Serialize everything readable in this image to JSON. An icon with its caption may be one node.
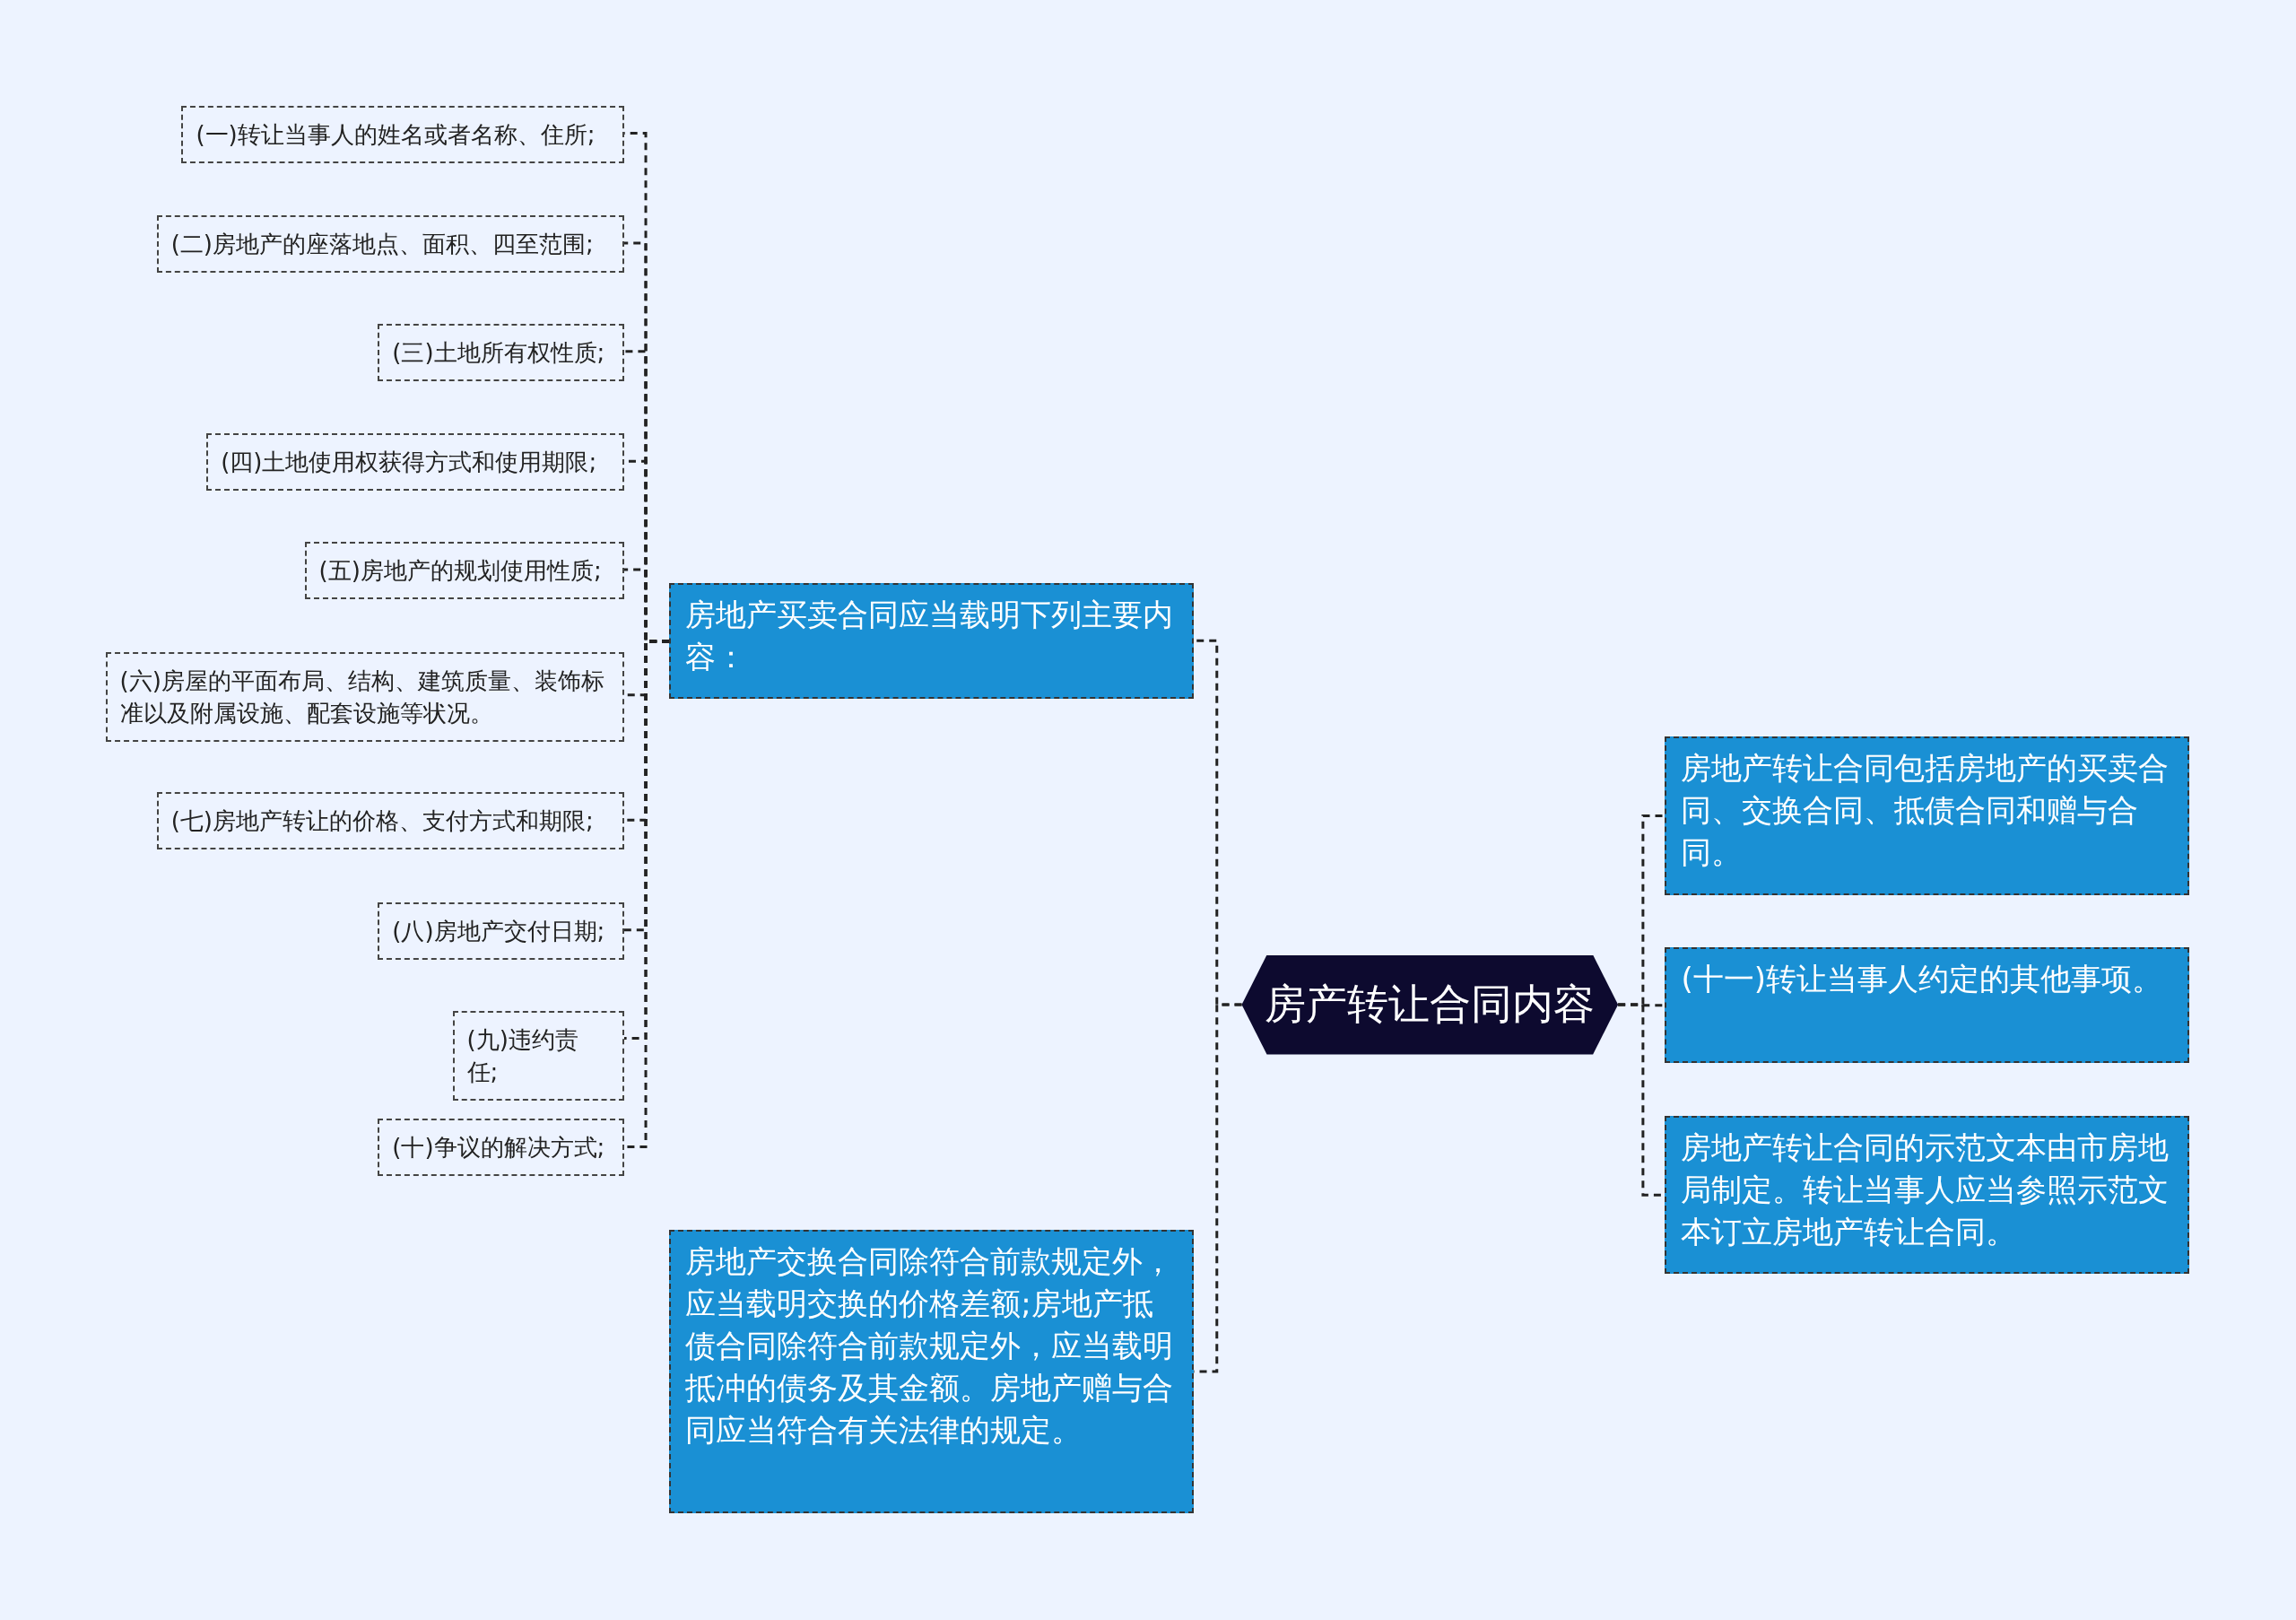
{
  "diagram": {
    "nodes": [
      {
        "text": [
          "房产转让合同内容"
        ]
      },
      {
        "text": [
          "房地产买卖合同应当载明下列主要内容："
        ]
      },
      {
        "text": [
          "(一)转让当事人的姓名或者名称、住所;"
        ]
      },
      {
        "text": [
          "(二)房地产的座落地点、面积、四至范围;"
        ]
      },
      {
        "text": [
          "(三)土地所有权性质;"
        ]
      },
      {
        "text": [
          "(四)土地使用权获得方式和使用期限;"
        ]
      },
      {
        "text": [
          "(五)房地产的规划使用性质;"
        ]
      },
      {
        "text": [
          "(六)房屋的平面布局、结构、建筑质量、装饰标准以及附属设施、配套设施等状况。"
        ]
      },
      {
        "text": [
          "(七)房地产转让的价格、支付方式和期限;"
        ]
      },
      {
        "text": [
          "(八)房地产交付日期;"
        ]
      },
      {
        "text": [
          "(九)违约责任;"
        ]
      },
      {
        "text": [
          "(十)争议的解决方式;"
        ]
      },
      {
        "text": [
          "房地产交换合同除符合前款规定外，应当载明交换的价格差额;房地产抵债合同除符合前款规定外，应当载明抵冲的债务及其金额。房地产赠与合同应当符合有关法律的规定。"
        ]
      },
      {
        "text": [
          "房地产转让合同包括房地产的买卖合同、交换合同、抵债合同和赠与合同。"
        ]
      },
      {
        "text": [
          "(十一)转让当事人约定的其他事项。"
        ]
      },
      {
        "text": [
          "房地产转让合同的示范文本由市房地局制定。转让当事人应当参照示范文本订立房地产转让合同。"
        ]
      }
    ],
    "edges": [
      {
        "from": 0,
        "to": 1,
        "arrow": "none"
      },
      {
        "from": 1,
        "to": 2,
        "arrow": "none"
      },
      {
        "from": 1,
        "to": 3,
        "arrow": "none"
      },
      {
        "from": 1,
        "to": 4,
        "arrow": "none"
      },
      {
        "from": 1,
        "to": 5,
        "arrow": "none"
      },
      {
        "from": 1,
        "to": 6,
        "arrow": "none"
      },
      {
        "from": 1,
        "to": 7,
        "arrow": "none"
      },
      {
        "from": 1,
        "to": 8,
        "arrow": "none"
      },
      {
        "from": 1,
        "to": 9,
        "arrow": "none"
      },
      {
        "from": 1,
        "to": 10,
        "arrow": "none"
      },
      {
        "from": 1,
        "to": 11,
        "arrow": "none"
      },
      {
        "from": 0,
        "to": 12,
        "arrow": "none"
      },
      {
        "from": 0,
        "to": 13,
        "arrow": "none"
      },
      {
        "from": 0,
        "to": 14,
        "arrow": "none"
      },
      {
        "from": 0,
        "to": 15,
        "arrow": "none"
      }
    ]
  }
}
